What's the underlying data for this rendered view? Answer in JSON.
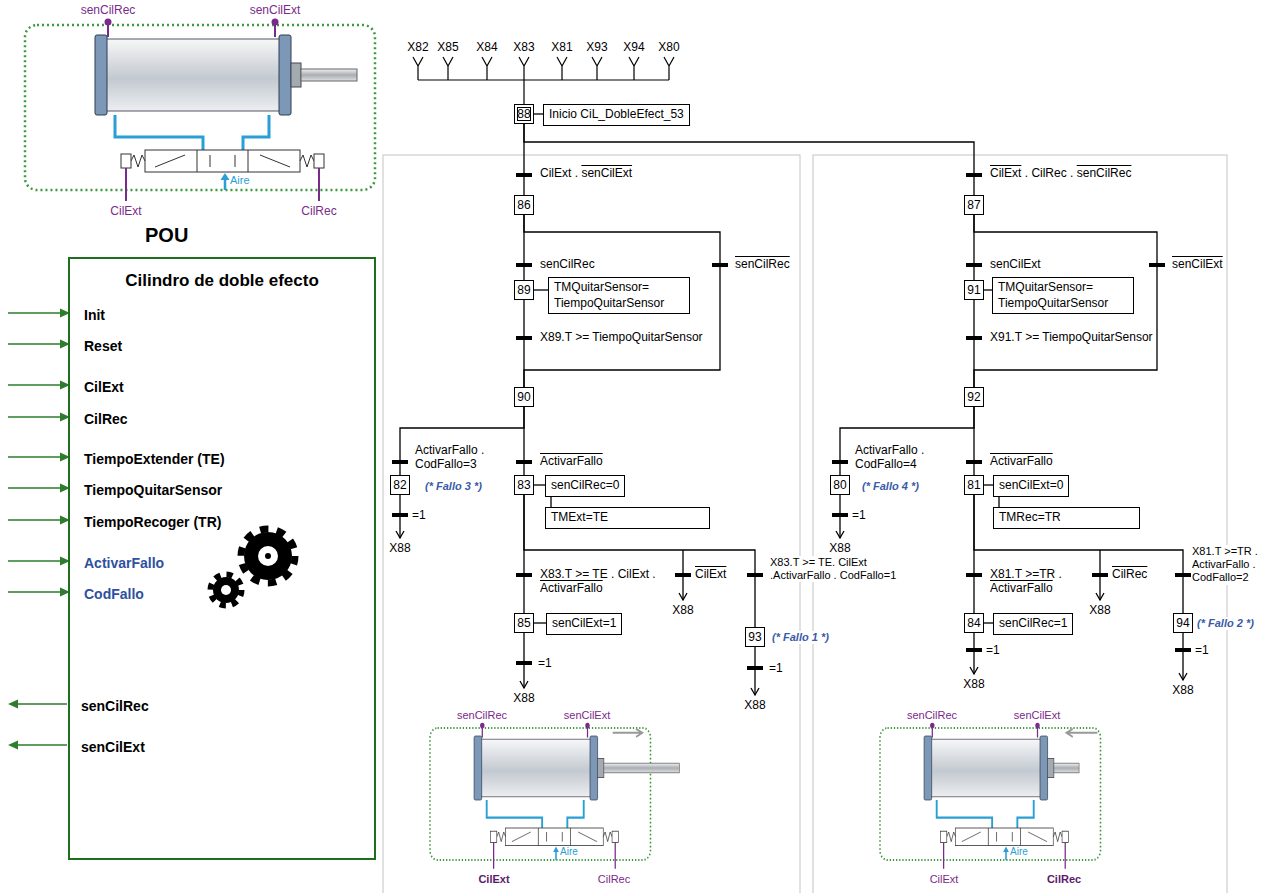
{
  "diagram": {
    "nodes": [
      {
        "text": [
          "POU",
          "Cilindro de doble efecto",
          "Init",
          "Reset",
          "CilExt",
          "CilRec",
          "TiempoExtender (TE)",
          "TiempoQuitarSensor",
          "TiempoRecoger (TR)",
          "ActivarFallo",
          "CodFallo",
          "senCilRec",
          "senCilExt"
        ]
      },
      {
        "text": [
          "88"
        ]
      },
      {
        "text": [
          "Inicio CiL_DobleEfect_53"
        ]
      },
      {
        "text": [
          "86"
        ]
      },
      {
        "text": [
          "89"
        ]
      },
      {
        "text": [
          "TMQuitarSensor= TiempoQuitarSensor"
        ]
      },
      {
        "text": [
          "90"
        ]
      },
      {
        "text": [
          "82"
        ]
      },
      {
        "text": [
          "83"
        ]
      },
      {
        "text": [
          "senCilRec=0"
        ]
      },
      {
        "text": [
          "TMExt=TE"
        ]
      },
      {
        "text": [
          "85"
        ]
      },
      {
        "text": [
          "senCilExt=1"
        ]
      },
      {
        "text": [
          "93"
        ]
      },
      {
        "text": [
          "87"
        ]
      },
      {
        "text": [
          "91"
        ]
      },
      {
        "text": [
          "TMQuitarSensor= TiempoQuitarSensor"
        ]
      },
      {
        "text": [
          "92"
        ]
      },
      {
        "text": [
          "80"
        ]
      },
      {
        "text": [
          "81"
        ]
      },
      {
        "text": [
          "senCilExt=0"
        ]
      },
      {
        "text": [
          "TMRec=TR"
        ]
      },
      {
        "text": [
          "84"
        ]
      },
      {
        "text": [
          "senCilRec=1"
        ]
      },
      {
        "text": [
          "94"
        ]
      }
    ],
    "edges": [
      {
        "from": 1,
        "to": 3,
        "arrow": "none",
        "label": "CilExt . senCilExt"
      },
      {
        "from": 1,
        "to": 14,
        "arrow": "none",
        "label": "CilExt . CilRec . senCilRec"
      },
      {
        "from": 3,
        "to": 4,
        "arrow": "none",
        "label": "senCilRec"
      },
      {
        "from": 4,
        "to": 6,
        "arrow": "none",
        "label": "X89.T >= TiempoQuitarSensor"
      },
      {
        "from": 3,
        "to": 6,
        "arrow": "none",
        "label": "senCilRec"
      },
      {
        "from": 6,
        "to": 7,
        "arrow": "none",
        "label": "ActivarFallo . CodFallo=3"
      },
      {
        "from": 6,
        "to": 8,
        "arrow": "none",
        "label": "ActivarFallo"
      },
      {
        "from": 8,
        "to": 11,
        "arrow": "none",
        "label": "X83.T >= TE . CilExt . ActivarFallo"
      },
      {
        "from": 8,
        "to": 13,
        "arrow": "none",
        "label": "X83.T >= TE. CilExt .ActivarFallo . CodFallo=1"
      },
      {
        "from": 14,
        "to": 15,
        "arrow": "none",
        "label": "senCilExt"
      },
      {
        "from": 15,
        "to": 17,
        "arrow": "none",
        "label": "X91.T >= TiempoQuitarSensor"
      },
      {
        "from": 14,
        "to": 17,
        "arrow": "none",
        "label": "senCilExt"
      },
      {
        "from": 17,
        "to": 18,
        "arrow": "none",
        "label": "ActivarFallo . CodFallo=4"
      },
      {
        "from": 17,
        "to": 19,
        "arrow": "none",
        "label": "ActivarFallo"
      },
      {
        "from": 19,
        "to": 22,
        "arrow": "none",
        "label": "X81.T >=TR . ActivarFallo"
      },
      {
        "from": 19,
        "to": 24,
        "arrow": "none",
        "label": "X81.T >=TR . ActivarFallo . CodFallo=2"
      },
      {
        "from": 1,
        "to": 2,
        "arrow": "none"
      },
      {
        "from": 4,
        "to": 5,
        "arrow": "none"
      },
      {
        "from": 8,
        "to": 9,
        "arrow": "none"
      },
      {
        "from": 9,
        "to": 10,
        "arrow": "none"
      },
      {
        "from": 11,
        "to": 12,
        "arrow": "none"
      },
      {
        "from": 15,
        "to": 16,
        "arrow": "none"
      },
      {
        "from": 19,
        "to": 20,
        "arrow": "none"
      },
      {
        "from": 20,
        "to": 21,
        "arrow": "none"
      },
      {
        "from": 22,
        "to": 23,
        "arrow": "none"
      }
    ],
    "labels": [
      "X82",
      "X85",
      "X84",
      "X83",
      "X81",
      "X93",
      "X94",
      "X80",
      "senCilRec",
      "senCilExt",
      "Aire",
      "CilExt",
      "CilRec",
      "(* Fallo 3 *)",
      "=1",
      "X88",
      "CilExt",
      "X88",
      "=1",
      "X88",
      "(* Fallo 1 *)",
      "=1",
      "X88",
      "senCilRec",
      "senCilExt",
      "Aire",
      "CilExt",
      "CilRec",
      "(* Fallo 4 *)",
      "=1",
      "X88",
      "CilRec",
      "X88",
      "=1",
      "X88",
      "(* Fallo 2 *)",
      "=1",
      "X88",
      "senCilRec",
      "senCilExt",
      "Aire",
      "CilExt",
      "CilRec"
    ]
  }
}
